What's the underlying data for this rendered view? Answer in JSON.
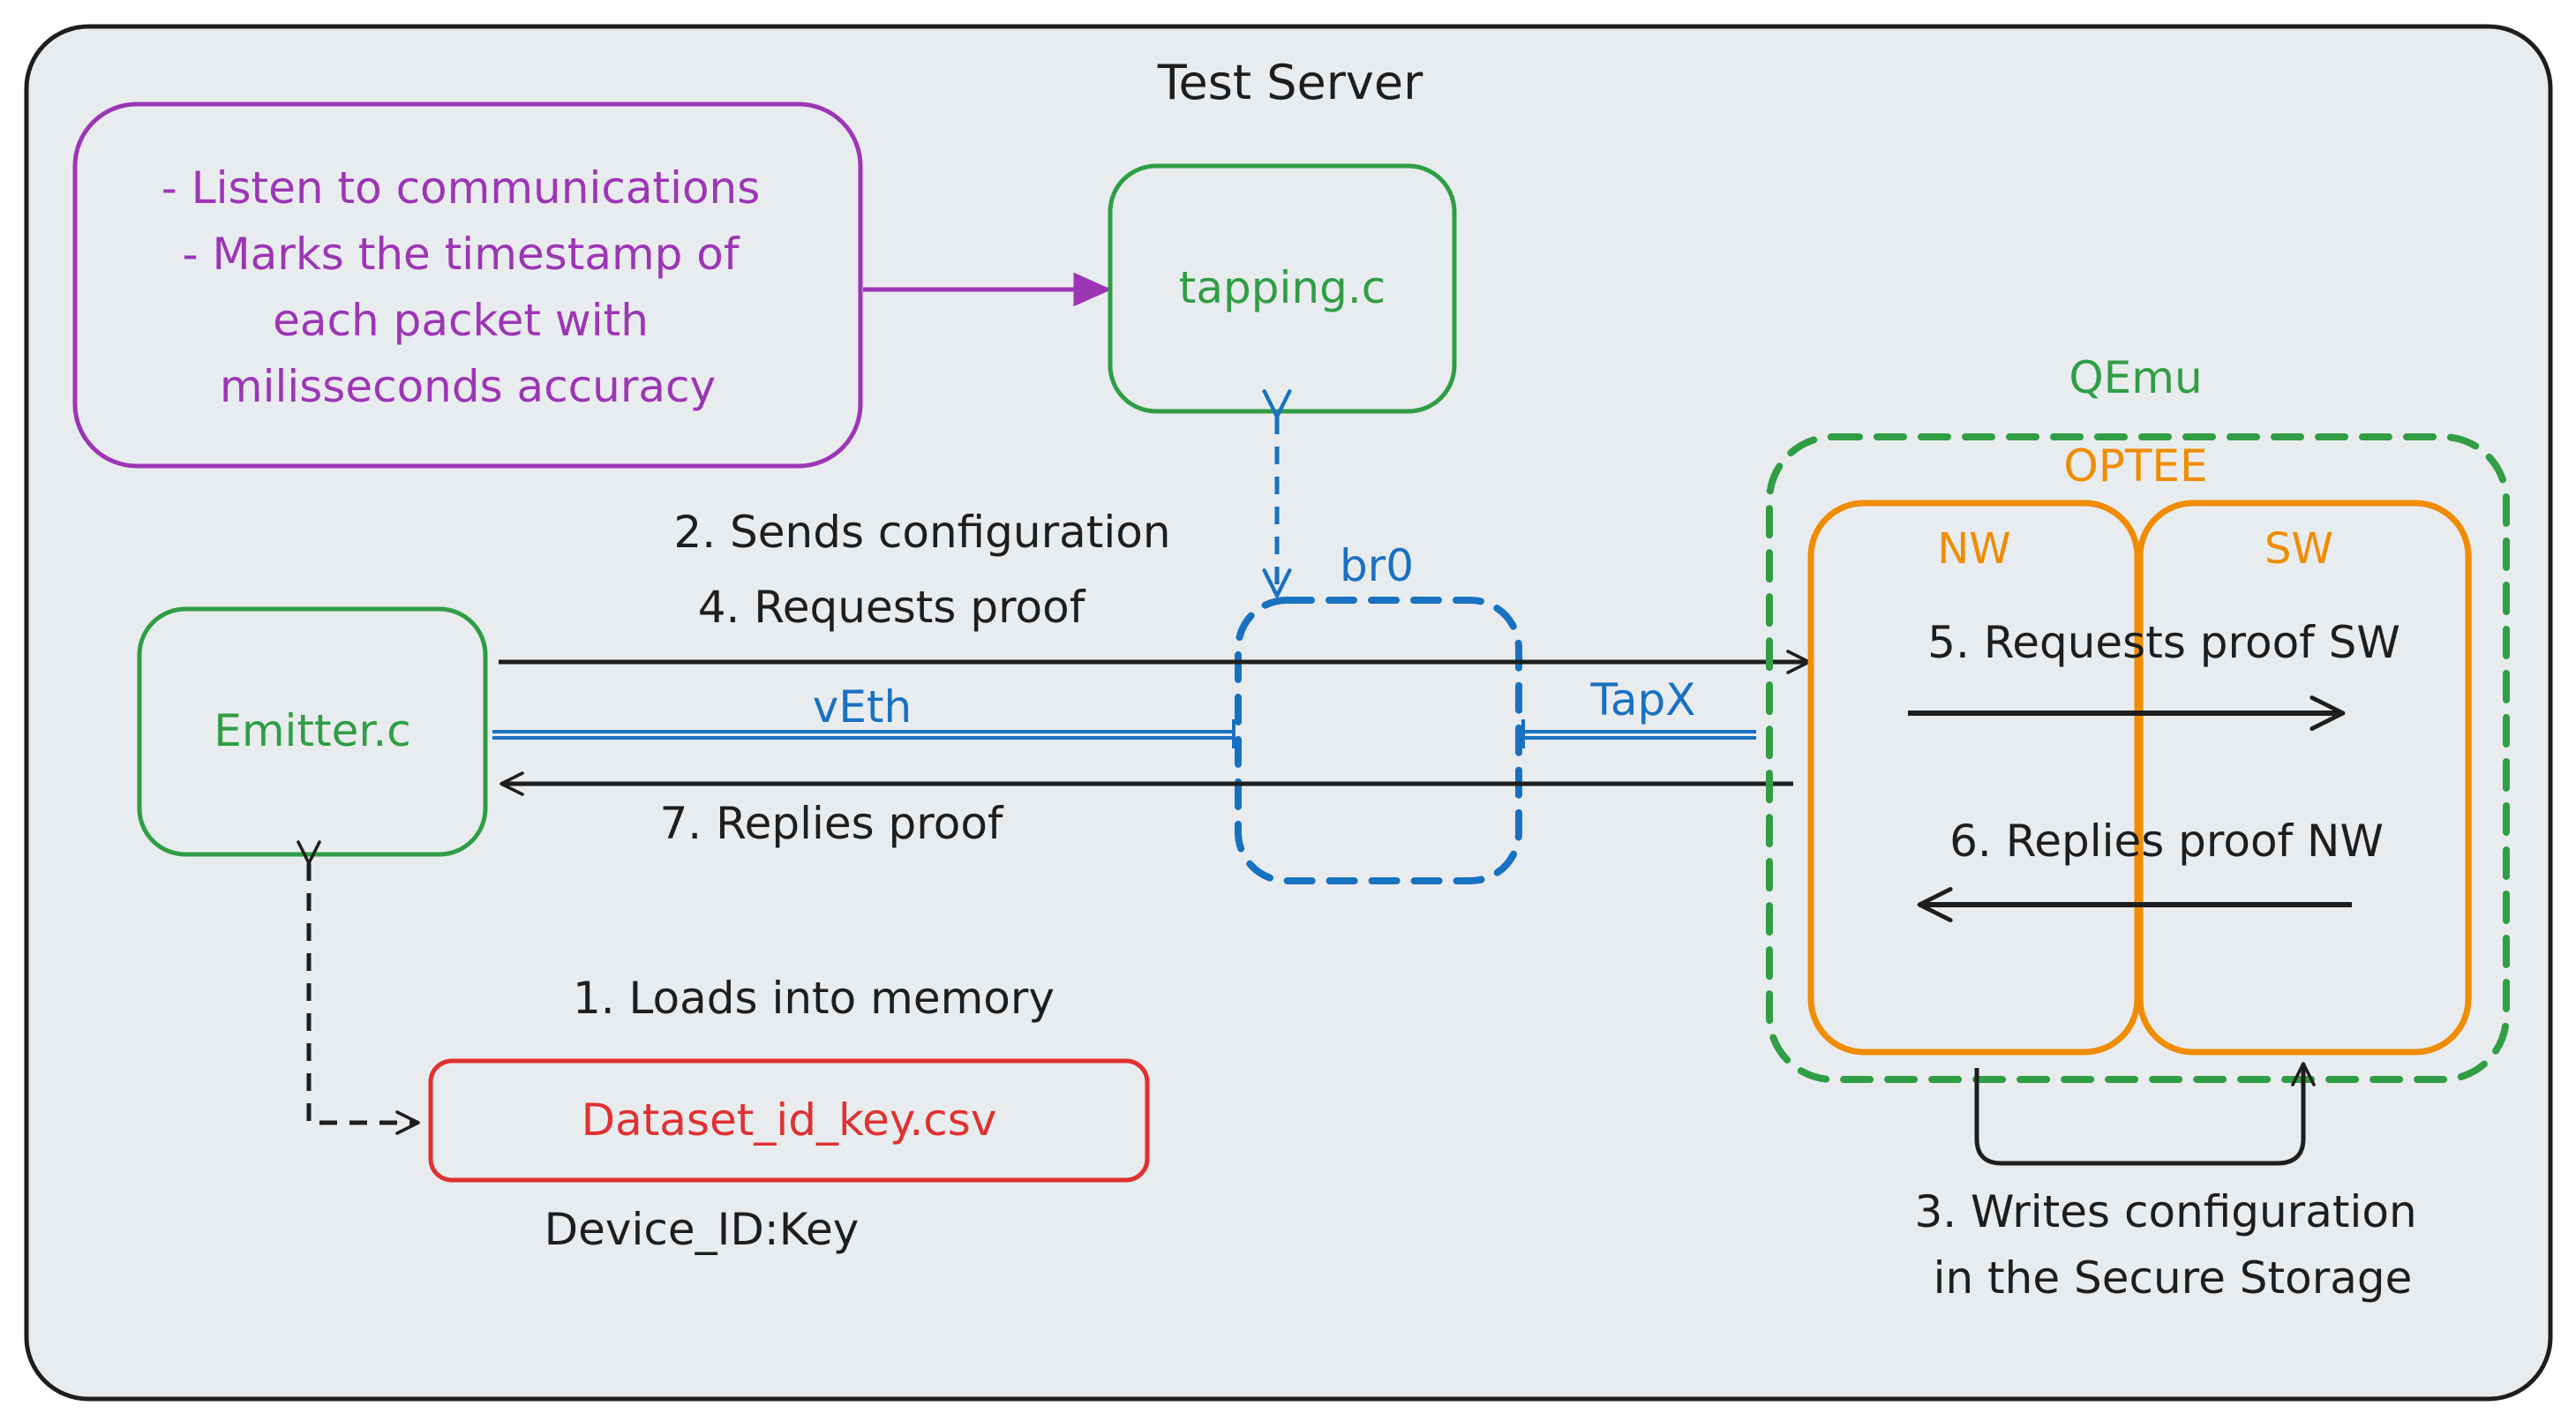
{
  "server_title": "Test Server",
  "tapping_note": {
    "lines": [
      "- Listen to communications",
      "- Marks the timestamp of",
      "each packet with",
      "milisseconds accuracy"
    ]
  },
  "nodes": {
    "tapping": "tapping.c",
    "emitter": "Emitter.c",
    "dataset": "Dataset_id_key.csv",
    "dataset_caption": "Device_ID:Key",
    "bridge": "br0",
    "qemu": "QEmu",
    "optee": "OPTEE",
    "nw": "NW",
    "sw": "SW"
  },
  "links": {
    "veth": "vEth",
    "tapx": "TapX"
  },
  "steps": {
    "s1": "1. Loads into memory",
    "s2": "2. Sends configuration",
    "s3_line1": "3. Writes configuration",
    "s3_line2": "in the Secure Storage",
    "s4": "4. Requests proof",
    "s5": "5. Requests proof SW",
    "s6": "6. Replies proof NW",
    "s7": "7. Replies proof"
  },
  "colors": {
    "ink": "#1e1e1e",
    "background": "#e9ecef",
    "purple": "#9c36b5",
    "green": "#2f9e44",
    "blue": "#1971c2",
    "orange": "#f08c00",
    "red": "#e03131"
  }
}
